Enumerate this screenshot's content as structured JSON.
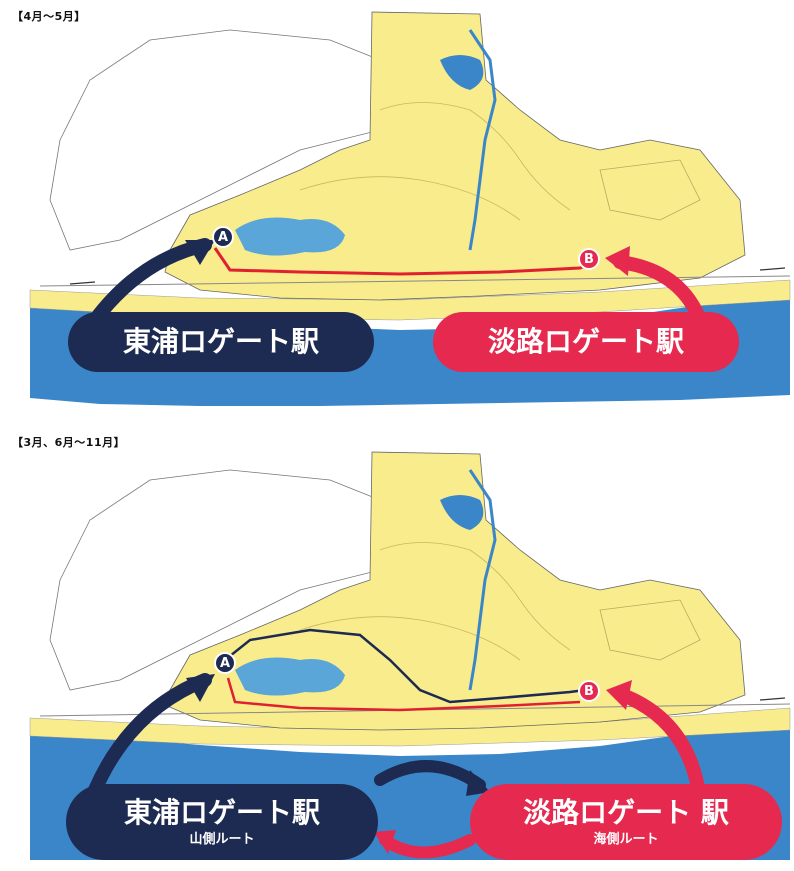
{
  "panels": [
    {
      "season": "【4月～5月】",
      "gate_east": "東浦ロゲート駅",
      "gate_awaji": "淡路ロゲート駅",
      "marker_a": "A",
      "marker_b": "B"
    },
    {
      "season": "【3月、6月～11月】",
      "gate_east": "東浦ロゲート駅",
      "gate_east_route": "山側ルート",
      "gate_awaji": "淡路ロゲート 駅",
      "gate_awaji_route": "海側ルート",
      "marker_a": "A",
      "marker_b": "B"
    }
  ],
  "colors": {
    "park": "#f8ec8c",
    "sea": "#3a86c8",
    "pond": "#5aa6d8",
    "navy": "#1d2a52",
    "pink": "#e6294f",
    "route_red": "#e02030"
  }
}
